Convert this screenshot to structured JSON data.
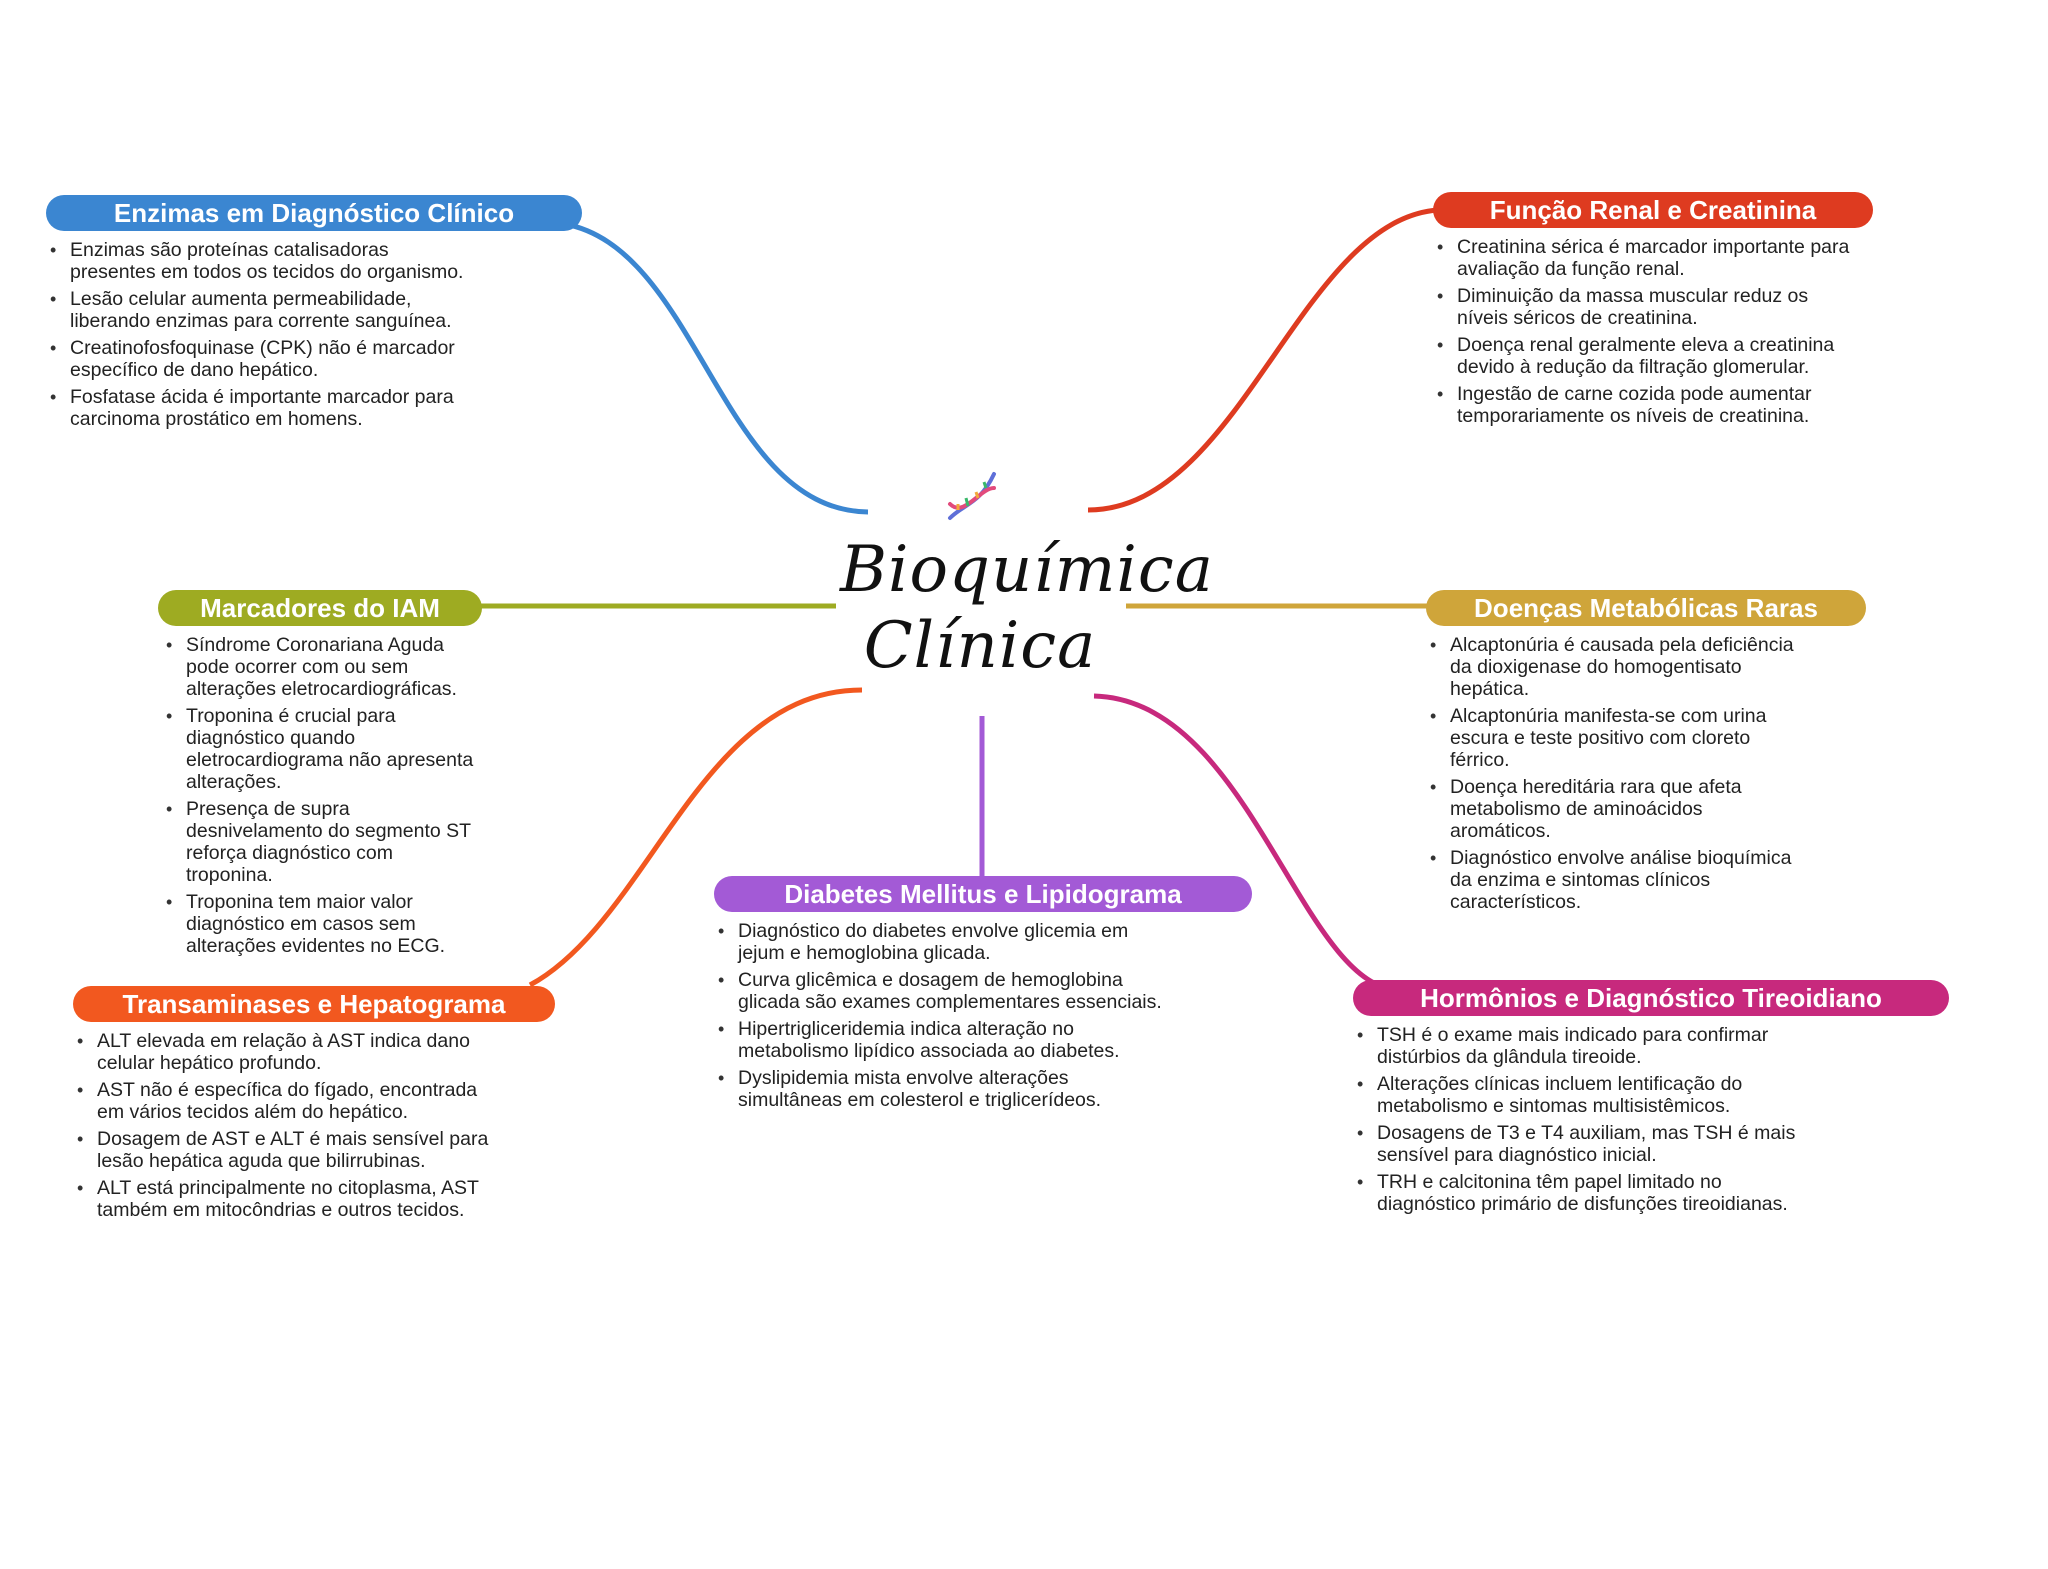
{
  "center": {
    "title_line1": "Bioquímica",
    "title_line2": "Clínica",
    "icon": "dna-icon"
  },
  "colors": {
    "enzimas": "#3b86d1",
    "renal": "#de3b20",
    "iam": "#9eab22",
    "raras": "#cfa53a",
    "transaminases": "#f2581f",
    "diabetes": "#a35ad6",
    "hormonios": "#c7297d"
  },
  "branches": {
    "enzimas": {
      "title": "Enzimas em Diagnóstico Clínico",
      "items": [
        "Enzimas são proteínas catalisadoras presentes em todos os tecidos do organismo.",
        "Lesão celular aumenta permeabilidade, liberando enzimas para corrente sanguínea.",
        "Creatinofosfoquinase (CPK) não é marcador específico de dano hepático.",
        "Fosfatase ácida é importante marcador para carcinoma prostático em homens."
      ]
    },
    "renal": {
      "title": "Função Renal e Creatinina",
      "items": [
        "Creatinina sérica é marcador importante para avaliação da função renal.",
        "Diminuição da massa muscular reduz os níveis séricos de creatinina.",
        "Doença renal geralmente eleva a creatinina devido à redução da filtração glomerular.",
        "Ingestão de carne cozida pode aumentar temporariamente os níveis de creatinina."
      ]
    },
    "iam": {
      "title": "Marcadores do IAM",
      "items": [
        "Síndrome Coronariana Aguda pode ocorrer com ou sem alterações eletrocardiográficas.",
        "Troponina é crucial para diagnóstico quando eletrocardiograma não apresenta alterações.",
        "Presença de supra desnivelamento do segmento ST reforça diagnóstico com troponina.",
        "Troponina tem maior valor diagnóstico em casos sem alterações evidentes no ECG."
      ]
    },
    "raras": {
      "title": "Doenças Metabólicas Raras",
      "items": [
        "Alcaptonúria é causada pela deficiência da dioxigenase do homogentisato hepática.",
        "Alcaptonúria manifesta-se com urina escura e teste positivo com cloreto férrico.",
        "Doença hereditária rara que afeta metabolismo de aminoácidos aromáticos.",
        "Diagnóstico envolve análise bioquímica da enzima e sintomas clínicos característicos."
      ]
    },
    "transaminases": {
      "title": "Transaminases e Hepatograma",
      "items": [
        "ALT elevada em relação à AST indica dano celular hepático profundo.",
        "AST não é específica do fígado, encontrada em vários tecidos além do hepático.",
        "Dosagem de AST e ALT é mais sensível para lesão hepática aguda que bilirrubinas.",
        "ALT está principalmente no citoplasma, AST também em mitocôndrias e outros tecidos."
      ]
    },
    "diabetes": {
      "title": "Diabetes Mellitus e Lipidograma",
      "items": [
        "Diagnóstico do diabetes envolve glicemia em jejum e hemoglobina glicada.",
        "Curva glicêmica e dosagem de hemoglobina glicada são exames complementares essenciais.",
        "Hipertrigliceridemia indica alteração no metabolismo lipídico associada ao diabetes.",
        "Dyslipidemia mista envolve alterações simultâneas em colesterol e triglicerídeos."
      ]
    },
    "hormonios": {
      "title": "Hormônios e Diagnóstico Tireoidiano",
      "items": [
        "TSH é o exame mais indicado para confirmar distúrbios da glândula tireoide.",
        "Alterações clínicas incluem lentificação do metabolismo e sintomas multisistêmicos.",
        "Dosagens de T3 e T4 auxiliam, mas TSH é mais sensível para diagnóstico inicial.",
        "TRH e calcitonina têm papel limitado no diagnóstico primário de disfunções tireoidianas."
      ]
    }
  }
}
